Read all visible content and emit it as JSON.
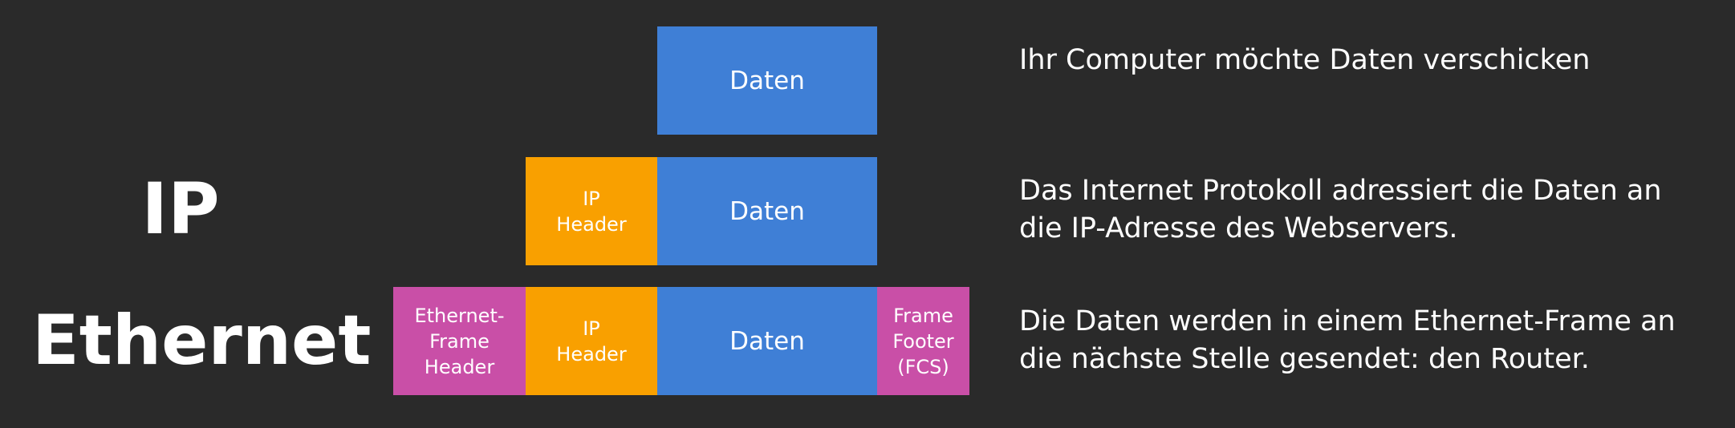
{
  "layers": {
    "ip": "IP",
    "ethernet": "Ethernet"
  },
  "rows": {
    "row1": {
      "data": "Daten",
      "description": "Ihr Computer möchte Daten verschicken"
    },
    "row2": {
      "ip_header": "IP\nHeader",
      "data": "Daten",
      "description": "Das Internet Protokoll adressiert die Daten an\ndie IP-Adresse des Webservers."
    },
    "row3": {
      "ethernet_header": "Ethernet-\nFrame\nHeader",
      "ip_header": "IP\nHeader",
      "data": "Daten",
      "frame_footer": "Frame\nFooter\n(FCS)",
      "description": "Die Daten werden in einem Ethernet-Frame an\ndie nächste Stelle gesendet: den Router."
    }
  },
  "colors": {
    "background": "#2a2a2a",
    "data_block": "#3f7fd6",
    "ip_header_block": "#f9a000",
    "ethernet_block": "#c94fa7",
    "text": "#ffffff"
  }
}
